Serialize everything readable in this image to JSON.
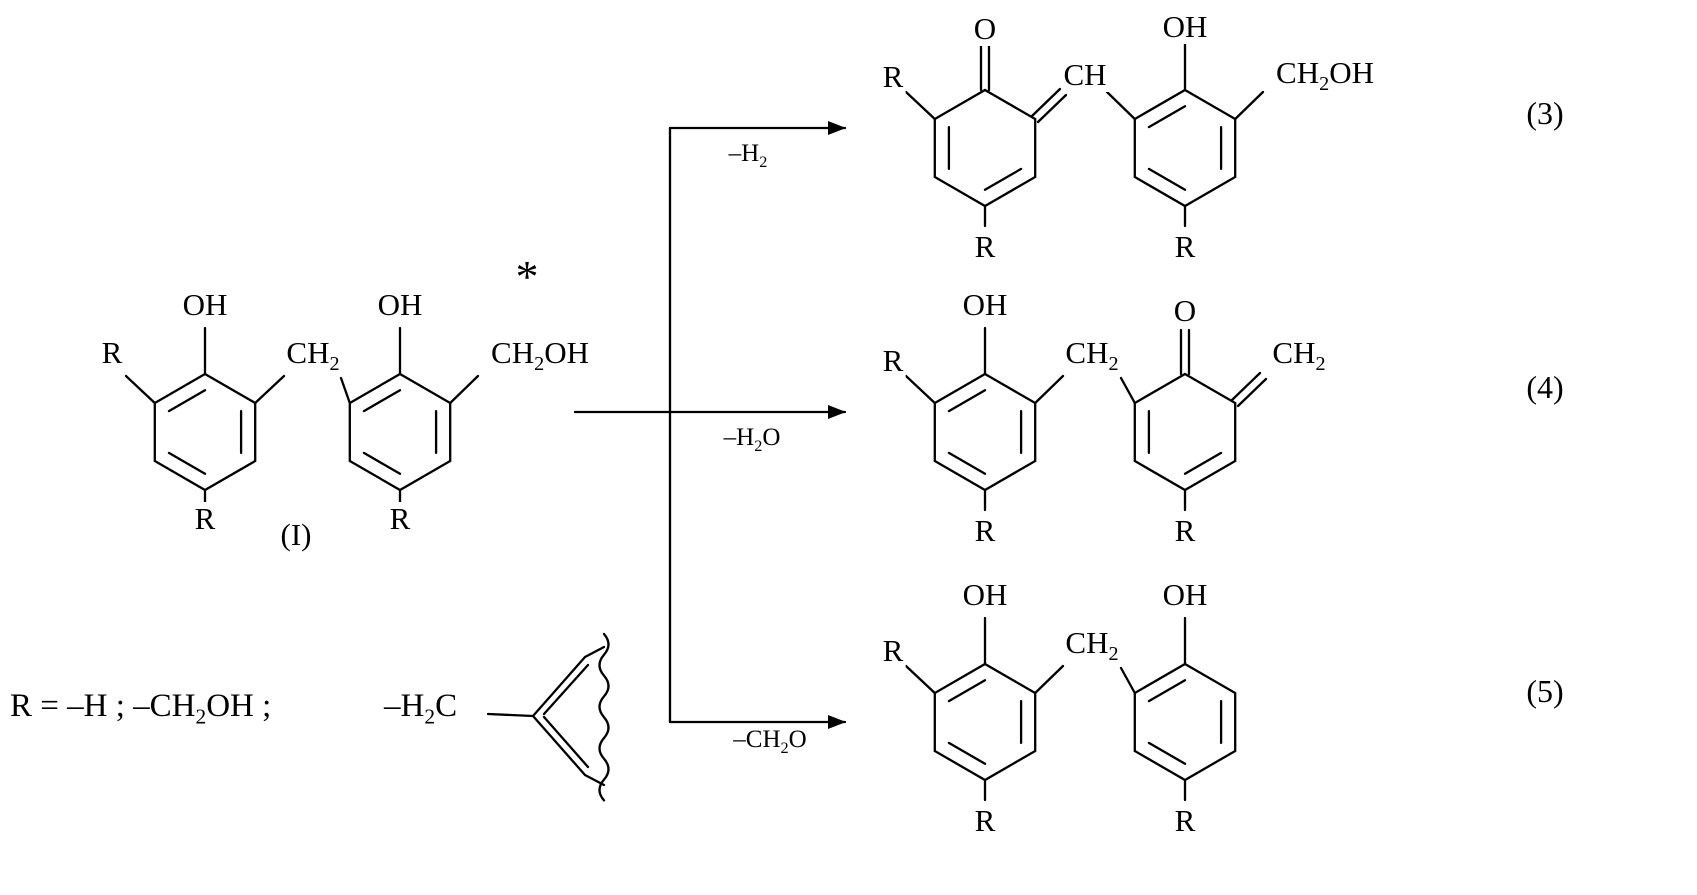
{
  "diagram_type": "chemical-reaction-scheme",
  "atoms": {
    "O": "O",
    "OH": "OH",
    "R": "R",
    "CH": "CH",
    "CH2": "CH_2",
    "CH2OH": "CH_2OH",
    "asterisk": "*"
  },
  "labels": {
    "reactant": "(I)"
  },
  "conditions": {
    "minus_h2": "–H_2",
    "minus_h2o": "–H_2O",
    "minus_ch2o": "–CH_2O"
  },
  "equations": {
    "e3": "(3)",
    "e4": "(4)",
    "e5": "(5)"
  },
  "legend": {
    "part1": "R = –H ; –CH_2OH ;",
    "part2": "–H_2C"
  }
}
